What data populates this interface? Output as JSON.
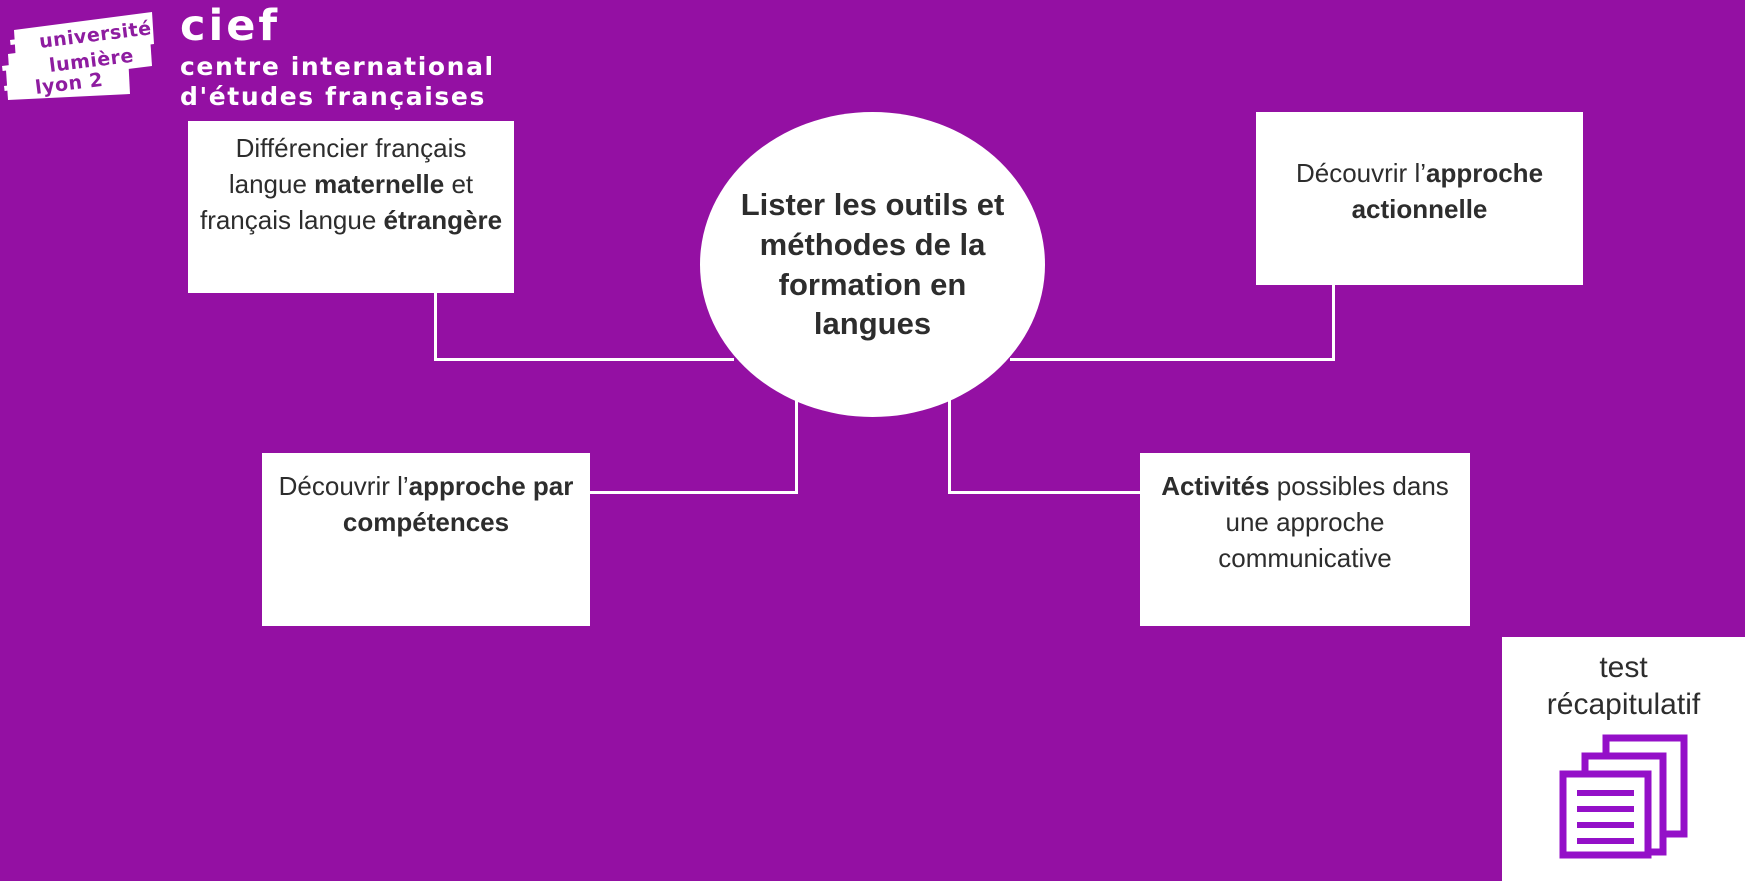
{
  "colors": {
    "background_purple": "#9410a3",
    "card_white": "#ffffff",
    "text_dark": "#2d2d2d",
    "icon_purple": "#9410c8",
    "logo_purple": "#8e1ca0"
  },
  "branding": {
    "university_logo": {
      "line1": "université",
      "line2": "lumière",
      "line3": "lyon 2"
    },
    "cief": {
      "acronym": "cief",
      "subtitle_line1": "centre international",
      "subtitle_line2": "d'études françaises"
    }
  },
  "hub": {
    "text": "Lister les outils et méthodes de la formation en langues"
  },
  "nodes": [
    {
      "id": "differencier-fle",
      "segments": [
        {
          "text": "Différencier français langue ",
          "bold": false
        },
        {
          "text": "maternelle",
          "bold": true
        },
        {
          "text": " et français langue ",
          "bold": false
        },
        {
          "text": "étrangère",
          "bold": true
        }
      ]
    },
    {
      "id": "approche-actionnelle",
      "segments": [
        {
          "text": "Découvrir l’",
          "bold": false
        },
        {
          "text": "approche actionnelle",
          "bold": true
        }
      ]
    },
    {
      "id": "approche-par-competences",
      "segments": [
        {
          "text": "Découvrir l’",
          "bold": false
        },
        {
          "text": "approche par compétences",
          "bold": true
        }
      ]
    },
    {
      "id": "activites-communicatives",
      "segments": [
        {
          "text": "Activités",
          "bold": true
        },
        {
          "text": " possibles dans une approche communicative",
          "bold": false
        }
      ]
    }
  ],
  "test_card": {
    "label": "test récapitulatif",
    "icon": "stacked-documents-icon"
  }
}
